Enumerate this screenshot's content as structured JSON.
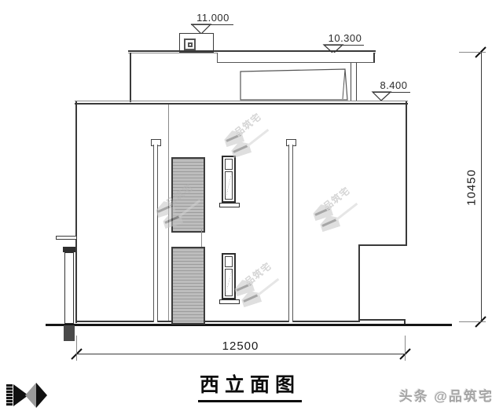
{
  "drawing": {
    "title": "西立面图",
    "elevation_markers": [
      {
        "value": "11.000"
      },
      {
        "value": "10.300"
      },
      {
        "value": "8.400"
      }
    ],
    "dimensions": {
      "overall_width": "12500",
      "overall_height": "10450"
    },
    "watermark": {
      "brand": "品筑宅",
      "footer_credit": "头条 @品筑宅"
    }
  }
}
